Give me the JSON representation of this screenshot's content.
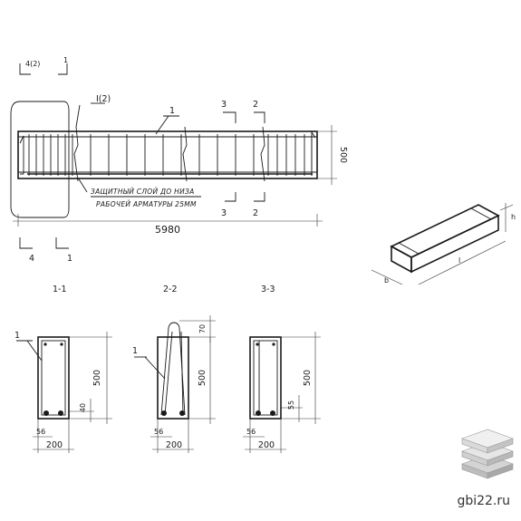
{
  "labels": {
    "sec4": "4(2)",
    "sec1": "1",
    "nodeI": "I(2)",
    "pos1": "1",
    "sec3": "3",
    "sec2": "2",
    "height500": "500",
    "note_line1": "ЗАЩИТНЫЙ СЛОЙ ДО НИЗА",
    "note_line2": "РАБОЧЕЙ АРМАТУРЫ 25ММ",
    "length": "5980",
    "sec4_bottom": "4",
    "sec1_bottom": "1",
    "sec3_bottom": "3",
    "sec2_bottom": "2",
    "iso_h": "h",
    "iso_l": "l",
    "iso_b": "b"
  },
  "sections": [
    {
      "title": "1-1",
      "pos": "1",
      "height": "500",
      "bottom": "40",
      "cover": "56",
      "width": "200"
    },
    {
      "title": "2-2",
      "pos": "1",
      "height": "500",
      "top": "70",
      "cover": "56",
      "width": "200"
    },
    {
      "title": "3-3",
      "height": "500",
      "bottom": "55",
      "cover": "56",
      "width": "200"
    }
  ],
  "watermark": "gbi22.ru"
}
